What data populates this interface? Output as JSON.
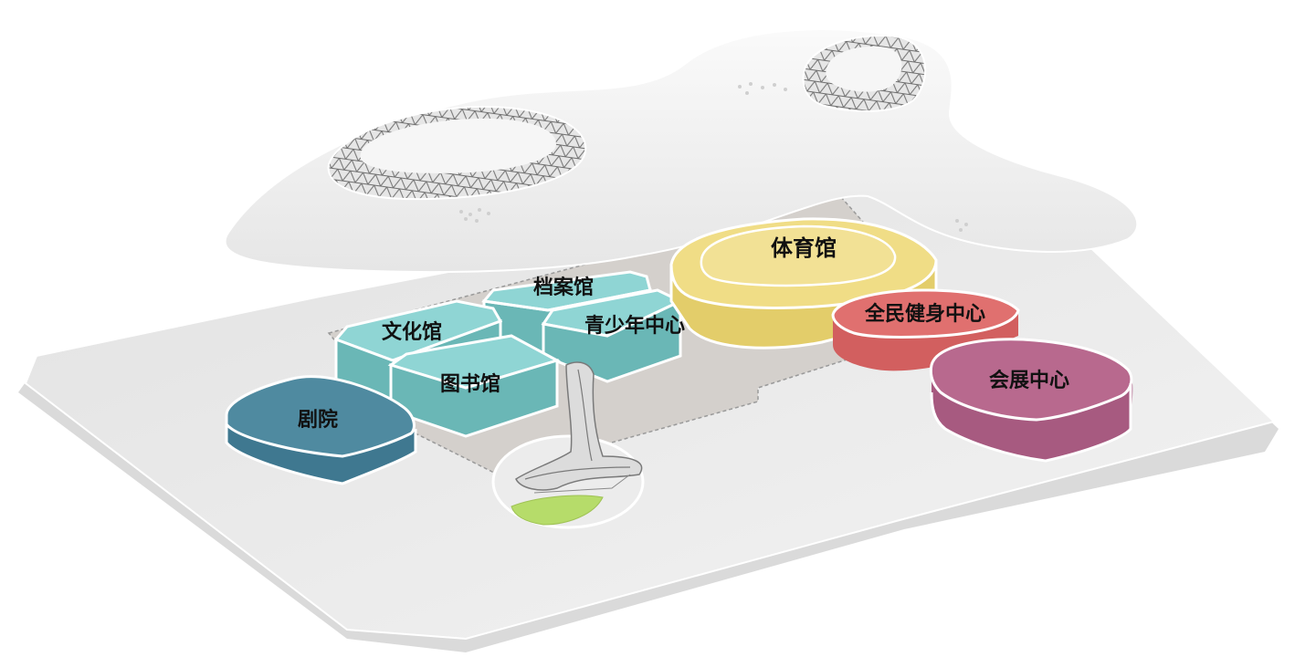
{
  "buildings": {
    "theater": {
      "label": "剧院",
      "color": "#4f8aa0"
    },
    "culture": {
      "label": "文化馆",
      "color": "#7fcccb"
    },
    "library": {
      "label": "图书馆",
      "color": "#7fcccb"
    },
    "archives": {
      "label": "档案馆",
      "color": "#7fcccb"
    },
    "youth": {
      "label": "青少年中心",
      "color": "#7fcccb"
    },
    "stadium": {
      "label": "体育馆",
      "color": "#f0dd86"
    },
    "fitness": {
      "label": "全民健身中心",
      "color": "#e0706f"
    },
    "exhibition": {
      "label": "会展中心",
      "color": "#b8698e"
    }
  },
  "colors": {
    "base": "#ededed",
    "roof": "#f4f4f4",
    "lattice": "#7a7a7a",
    "green": "#b6dc6a"
  }
}
